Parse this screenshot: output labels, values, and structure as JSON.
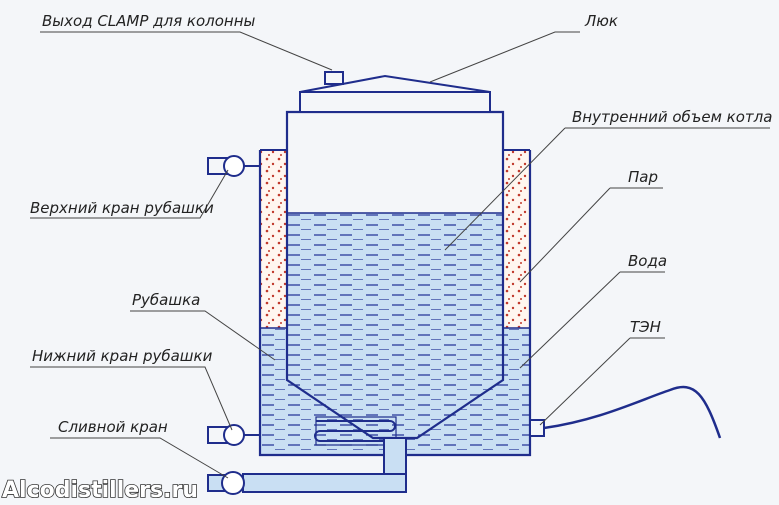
{
  "labels": {
    "clamp_outlet": "Выход CLAMP для колонны",
    "hatch": "Люк",
    "inner_volume": "Внутренний объем котла",
    "steam": "Пар",
    "water": "Вода",
    "heater": "ТЭН",
    "upper_jacket_valve": "Верхний кран рубашки",
    "jacket": "Рубашка",
    "lower_jacket_valve": "Нижний кран рубашки",
    "drain_valve": "Сливной кран"
  },
  "watermark": "Alcodistillers.ru",
  "colors": {
    "outline": "#1f2d8c",
    "water": "#c9dff3",
    "steam_dots": "#c0392b",
    "leader": "#444444",
    "background": "#f4f6f9"
  }
}
